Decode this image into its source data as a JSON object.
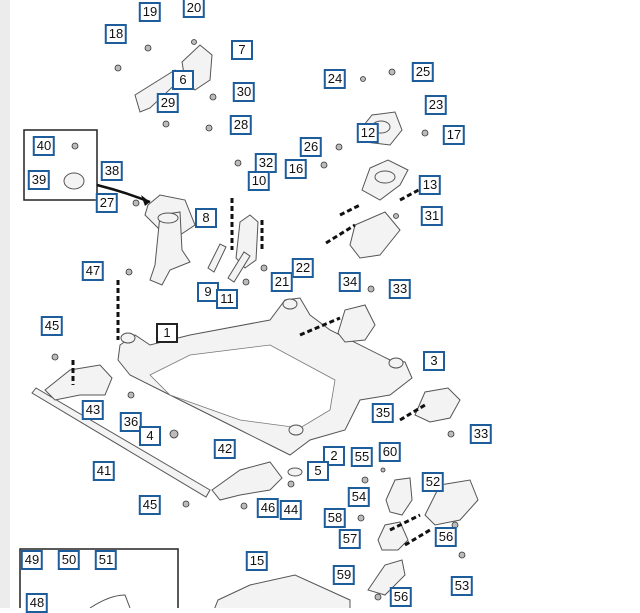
{
  "diagram": {
    "callouts": [
      "19",
      "20",
      "18",
      "7",
      "6",
      "30",
      "29",
      "28",
      "40",
      "39",
      "38",
      "27",
      "8",
      "32",
      "10",
      "24",
      "25",
      "23",
      "12",
      "17",
      "26",
      "16",
      "13",
      "31",
      "47",
      "22",
      "21",
      "9",
      "11",
      "34",
      "33",
      "45",
      "1",
      "3",
      "43",
      "36",
      "4",
      "35",
      "33",
      "41",
      "42",
      "2",
      "5",
      "55",
      "60",
      "52",
      "54",
      "45",
      "46",
      "44",
      "58",
      "57",
      "56",
      "15",
      "59",
      "56",
      "53",
      "49",
      "50",
      "51",
      "48"
    ],
    "main_callout": "1",
    "callout_border_color": "#1e5d9c"
  }
}
